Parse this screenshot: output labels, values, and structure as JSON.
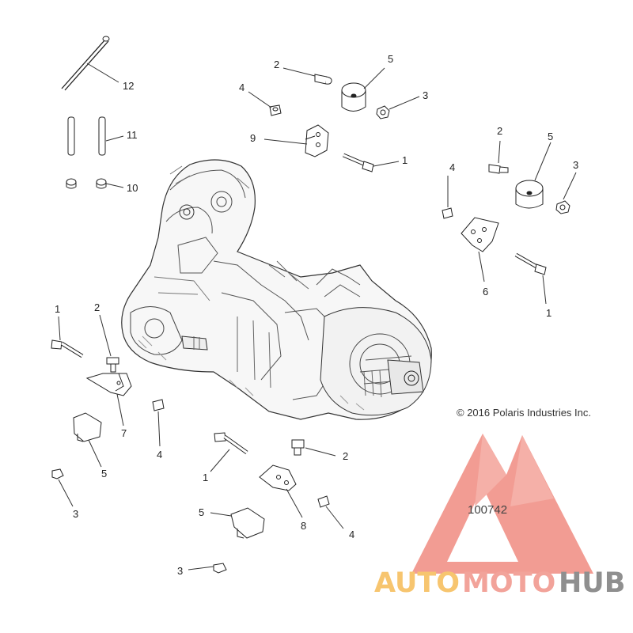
{
  "copyright": "© 2016 Polaris Industries Inc.",
  "diagram_id": "100742",
  "watermark": {
    "part1": "AUTO",
    "part2": "MOTO",
    "part3": "HUB",
    "colors": {
      "auto": "#f7c56f",
      "moto": "#f2a39a",
      "hub": "#8f8f8f",
      "logo": "#f08b80"
    }
  },
  "callouts": [
    {
      "id": "c12",
      "text": "12"
    },
    {
      "id": "c11",
      "text": "11"
    },
    {
      "id": "c10",
      "text": "10"
    },
    {
      "id": "c2a",
      "text": "2"
    },
    {
      "id": "c5a",
      "text": "5"
    },
    {
      "id": "c4a",
      "text": "4"
    },
    {
      "id": "c3a",
      "text": "3"
    },
    {
      "id": "c9",
      "text": "9"
    },
    {
      "id": "c1a",
      "text": "1"
    },
    {
      "id": "c2b",
      "text": "2"
    },
    {
      "id": "c5b",
      "text": "5"
    },
    {
      "id": "c4b",
      "text": "4"
    },
    {
      "id": "c3b",
      "text": "3"
    },
    {
      "id": "c6",
      "text": "6"
    },
    {
      "id": "c1b",
      "text": "1"
    },
    {
      "id": "c1c",
      "text": "1"
    },
    {
      "id": "c2c",
      "text": "2"
    },
    {
      "id": "c7",
      "text": "7"
    },
    {
      "id": "c4c",
      "text": "4"
    },
    {
      "id": "c5c",
      "text": "5"
    },
    {
      "id": "c3c",
      "text": "3"
    },
    {
      "id": "c1d",
      "text": "1"
    },
    {
      "id": "c2d",
      "text": "2"
    },
    {
      "id": "c8",
      "text": "8"
    },
    {
      "id": "c4d",
      "text": "4"
    },
    {
      "id": "c5d",
      "text": "5"
    },
    {
      "id": "c3d",
      "text": "3"
    }
  ]
}
